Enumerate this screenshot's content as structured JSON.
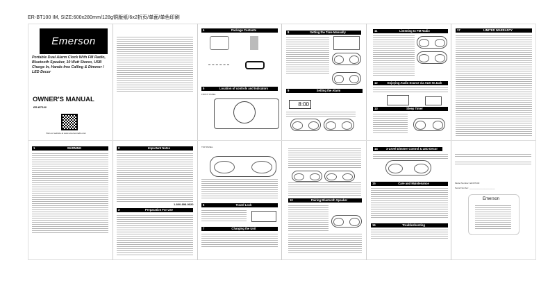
{
  "header": "ER-BT100 IM, SIZE:600x280mm/128g铜版纸/6x2折页/单面/单色印刷",
  "cover": {
    "brand": "Emerson",
    "title": "Portable Dual Alarm Clock With FM Radio, Bluetooth Speaker, 10 Watt Stereo, USB Charge In, Hands-free Calling & Dimmer / LED Decor",
    "manual": "OWNER'S MANUAL",
    "model": "ER-BT100",
    "website": "Visit our website at www.emersonradio.com"
  },
  "sections": {
    "s1": {
      "num": "1",
      "title": "WARNING"
    },
    "s2": {
      "num": "2",
      "title": "Important Notes"
    },
    "s3": {
      "num": "3",
      "title": "Preparation For Use"
    },
    "s4": {
      "num": "4",
      "title": "Package Contents"
    },
    "s5": {
      "num": "5",
      "title": "Location of controls and Indicators"
    },
    "s6": {
      "num": "6",
      "title": "Travel Lock"
    },
    "s7": {
      "num": "7",
      "title": "Charging the Unit"
    },
    "s8": {
      "num": "8",
      "title": "Setting the Time Manually"
    },
    "s9": {
      "num": "9",
      "title": "Setting the Alarm"
    },
    "s10": {
      "num": "10",
      "title": "Pairing Bluetooth Speaker"
    },
    "s11": {
      "num": "11",
      "title": "Listening to FM Radio"
    },
    "s12": {
      "num": "12",
      "title": "Enjoying Audio Source via AUX IN Jack"
    },
    "s13": {
      "num": "13",
      "title": "Sleep Timer"
    },
    "s14": {
      "num": "14",
      "title": "3-Level Dimmer Control & LED Decor"
    },
    "s15": {
      "num": "15",
      "title": "Care and Maintenance"
    },
    "s16": {
      "num": "16",
      "title": "Troubleshooting"
    },
    "s17": {
      "num": "17",
      "title": "LIMITED WARRANTY"
    }
  },
  "labels": {
    "front_panel": "FRONT PANEL",
    "top_panel": "TOP PANEL",
    "phone": "1-800-898-9020",
    "clock_display": "8:00",
    "model_number": "Model Number:  ER-BT100",
    "serial_number": "Serial Number:  ______________________",
    "card_brand": "Emerson"
  }
}
